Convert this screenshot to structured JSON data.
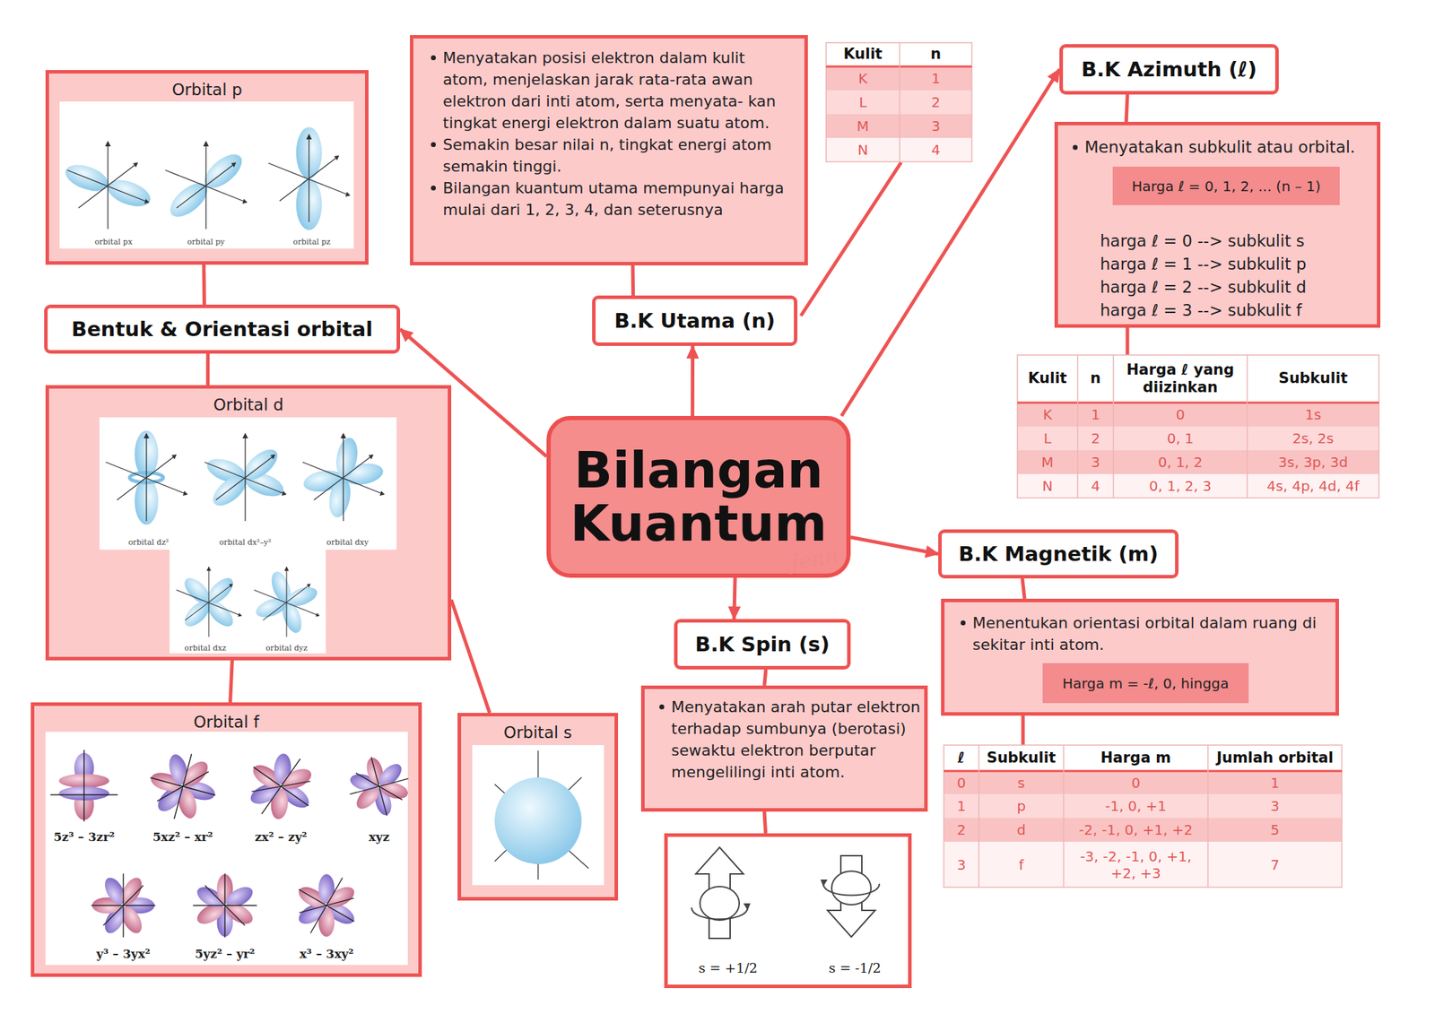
{
  "diagram": {
    "nodes": [
      {
        "text": [
          "Orbital p"
        ]
      },
      {
        "text": [
          "Menyatakan posisi elektron dalam kulit atom, menjelaskan jarak rata-rata awan elektron dari inti atom, serta menyata- kan tingkat energi elektron dalam suatu atom.",
          "Semakin besar nilai n, tingkat energi atom semakin tinggi.",
          "Bilangan kuantum utama mempunyai harga mulai dari 1, 2, 3, 4, dan seterusnya"
        ]
      },
      {
        "text": [
          "B.K Azimuth (ℓ)"
        ]
      },
      {
        "text": [
          "Menyatakan subkulit atau orbital.",
          "harga ℓ = 0 --> subkulit s",
          "harga ℓ = 1 --> subkulit p",
          "harga ℓ = 2 --> subkulit d",
          "harga ℓ = 3 --> subkulit f"
        ]
      },
      {
        "text": [
          "Harga ℓ = 0, 1, 2, ... (n – 1)"
        ],
        "in": 3
      },
      {
        "text": [
          "Bentuk & Orientasi orbital"
        ]
      },
      {
        "text": [
          "B.K Utama (n)"
        ]
      },
      {
        "text": [
          "Bilangan Kuantum"
        ]
      },
      {
        "text": [
          "Orbital d"
        ]
      },
      {
        "text": [
          "B.K Magnetik (m)"
        ]
      },
      {
        "text": [
          "Menentukan orientasi orbital dalam ruang di sekitar inti atom."
        ]
      },
      {
        "text": [
          "Harga m = -ℓ, 0, hingga"
        ],
        "in": 10
      },
      {
        "text": [
          "B.K Spin (s)"
        ]
      },
      {
        "text": [
          "Menyatakan arah putar elektron terhadap sumbunya (berotasi) sewaktu elektron berputar mengelilingi inti atom."
        ]
      },
      {
        "text": [
          "Orbital f"
        ]
      },
      {
        "text": [
          "Orbital s"
        ]
      },
      {
        "text": [
          "s = +1/2",
          "s = -1/2"
        ]
      }
    ],
    "edges": [
      {
        "from": 7,
        "to": 6,
        "arrow": "to"
      },
      {
        "from": 7,
        "to": 2,
        "arrow": "to"
      },
      {
        "from": 7,
        "to": 5,
        "arrow": "to"
      },
      {
        "from": 7,
        "to": 9,
        "arrow": "to"
      },
      {
        "from": 7,
        "to": 12,
        "arrow": "to"
      },
      {
        "from": 6,
        "to": 1,
        "arrow": "none"
      },
      {
        "from": 2,
        "to": 3,
        "arrow": "none"
      },
      {
        "from": 5,
        "to": 0,
        "arrow": "none"
      },
      {
        "from": 5,
        "to": 8,
        "arrow": "none"
      },
      {
        "from": 8,
        "to": 14,
        "arrow": "none"
      },
      {
        "from": 8,
        "to": 15,
        "arrow": "none"
      },
      {
        "from": 9,
        "to": 10,
        "arrow": "none"
      },
      {
        "from": 12,
        "to": 13,
        "arrow": "none"
      },
      {
        "from": 13,
        "to": 16,
        "arrow": "none"
      }
    ],
    "labels": [
      "orbital px",
      "orbital py",
      "orbital pz",
      "Kulit",
      "n",
      "K",
      "1",
      "L",
      "2",
      "M",
      "3",
      "N",
      "4",
      "Kulit",
      "n",
      "Harga ℓ yang diizinkan",
      "Subkulit",
      "K",
      "1",
      "0",
      "1s",
      "L",
      "2",
      "0, 1",
      "2s, 2s",
      "M",
      "3",
      "0, 1, 2",
      "3s, 3p, 3d",
      "N",
      "4",
      "0, 1, 2, 3",
      "4s, 4p, 4d, 4f",
      "Jenn",
      "orbital dz²",
      "orbital dx²–y²",
      "orbital dxy",
      "orbital dxz",
      "orbital dyz",
      "ℓ",
      "Subkulit",
      "Harga m",
      "Jumlah orbital",
      "0",
      "s",
      "0",
      "1",
      "1",
      "p",
      "-1, 0, +1",
      "3",
      "2",
      "d",
      "-2, -1, 0, +1, +2",
      "5",
      "3",
      "f",
      "-3, -2, -1, 0, +1, +2, +3",
      "7",
      "5z³ – 3zr²",
      "5xz² – xr²",
      "zx² – zy²",
      "xyz",
      "y³ – 3yx²",
      "5yz² – yr²",
      "x³ – 3xy²"
    ]
  }
}
